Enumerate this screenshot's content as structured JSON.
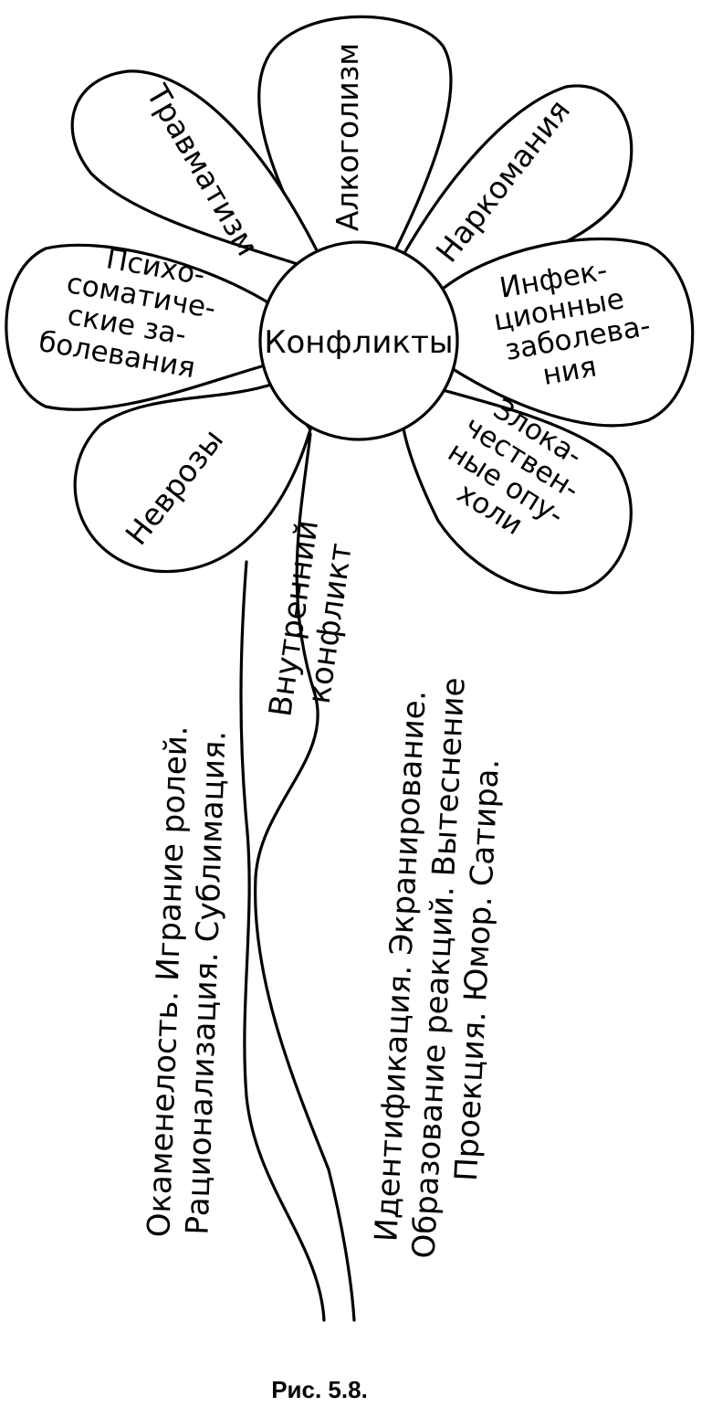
{
  "center": {
    "label": "Конфликты"
  },
  "petals": {
    "travmatizm": "Травматизм",
    "alkogolizm": "Алкоголизм",
    "narkomania": "Наркомания",
    "psycho": [
      "Психо-",
      "соматиче-",
      "ские за-",
      "болевания"
    ],
    "infect": [
      "Инфек-",
      "ционные",
      "заболева-",
      "ния"
    ],
    "nevrozy": "Неврозы",
    "tumors": [
      "Злока-",
      "чествен-",
      "ные опу-",
      "холи"
    ]
  },
  "stem": {
    "inner_conflict": [
      "Внутренний",
      "конфликт"
    ],
    "left_defenses": [
      "Окаменелость. Играние ролей.",
      "Рационализация. Сублимация."
    ],
    "right_defenses": [
      "Идентификация. Экранирование.",
      "Образование реакций. Вытеснение",
      "Проекция. Юмор. Сатира."
    ]
  },
  "caption": "Рис. 5.8."
}
